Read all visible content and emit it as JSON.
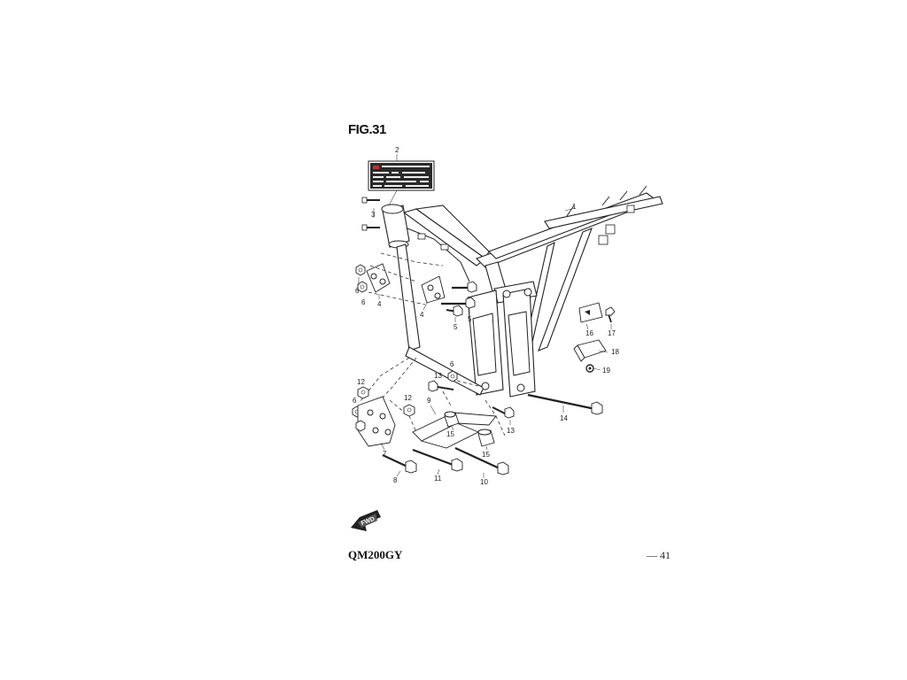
{
  "figure": {
    "title": "FIG.31",
    "model": "QM200GY",
    "page_number": "— 41",
    "fwd_label": "FWD"
  },
  "callouts": [
    {
      "id": "c1",
      "label": "1"
    },
    {
      "id": "c2",
      "label": "2"
    },
    {
      "id": "c3",
      "label": "3"
    },
    {
      "id": "c4a",
      "label": "4"
    },
    {
      "id": "c4b",
      "label": "4"
    },
    {
      "id": "c5a",
      "label": "5"
    },
    {
      "id": "c5b",
      "label": "5"
    },
    {
      "id": "c6a",
      "label": "6"
    },
    {
      "id": "c6b",
      "label": "6"
    },
    {
      "id": "c6c",
      "label": "6"
    },
    {
      "id": "c6d",
      "label": "6"
    },
    {
      "id": "c7",
      "label": "7"
    },
    {
      "id": "c8",
      "label": "8"
    },
    {
      "id": "c9",
      "label": "9"
    },
    {
      "id": "c10",
      "label": "10"
    },
    {
      "id": "c11",
      "label": "11"
    },
    {
      "id": "c12a",
      "label": "12"
    },
    {
      "id": "c12b",
      "label": "12"
    },
    {
      "id": "c13a",
      "label": "13"
    },
    {
      "id": "c13b",
      "label": "13"
    },
    {
      "id": "c14",
      "label": "14"
    },
    {
      "id": "c15a",
      "label": "15"
    },
    {
      "id": "c15b",
      "label": "15"
    },
    {
      "id": "c16",
      "label": "16"
    },
    {
      "id": "c17",
      "label": "17"
    },
    {
      "id": "c18",
      "label": "18"
    },
    {
      "id": "c19",
      "label": "19"
    }
  ]
}
